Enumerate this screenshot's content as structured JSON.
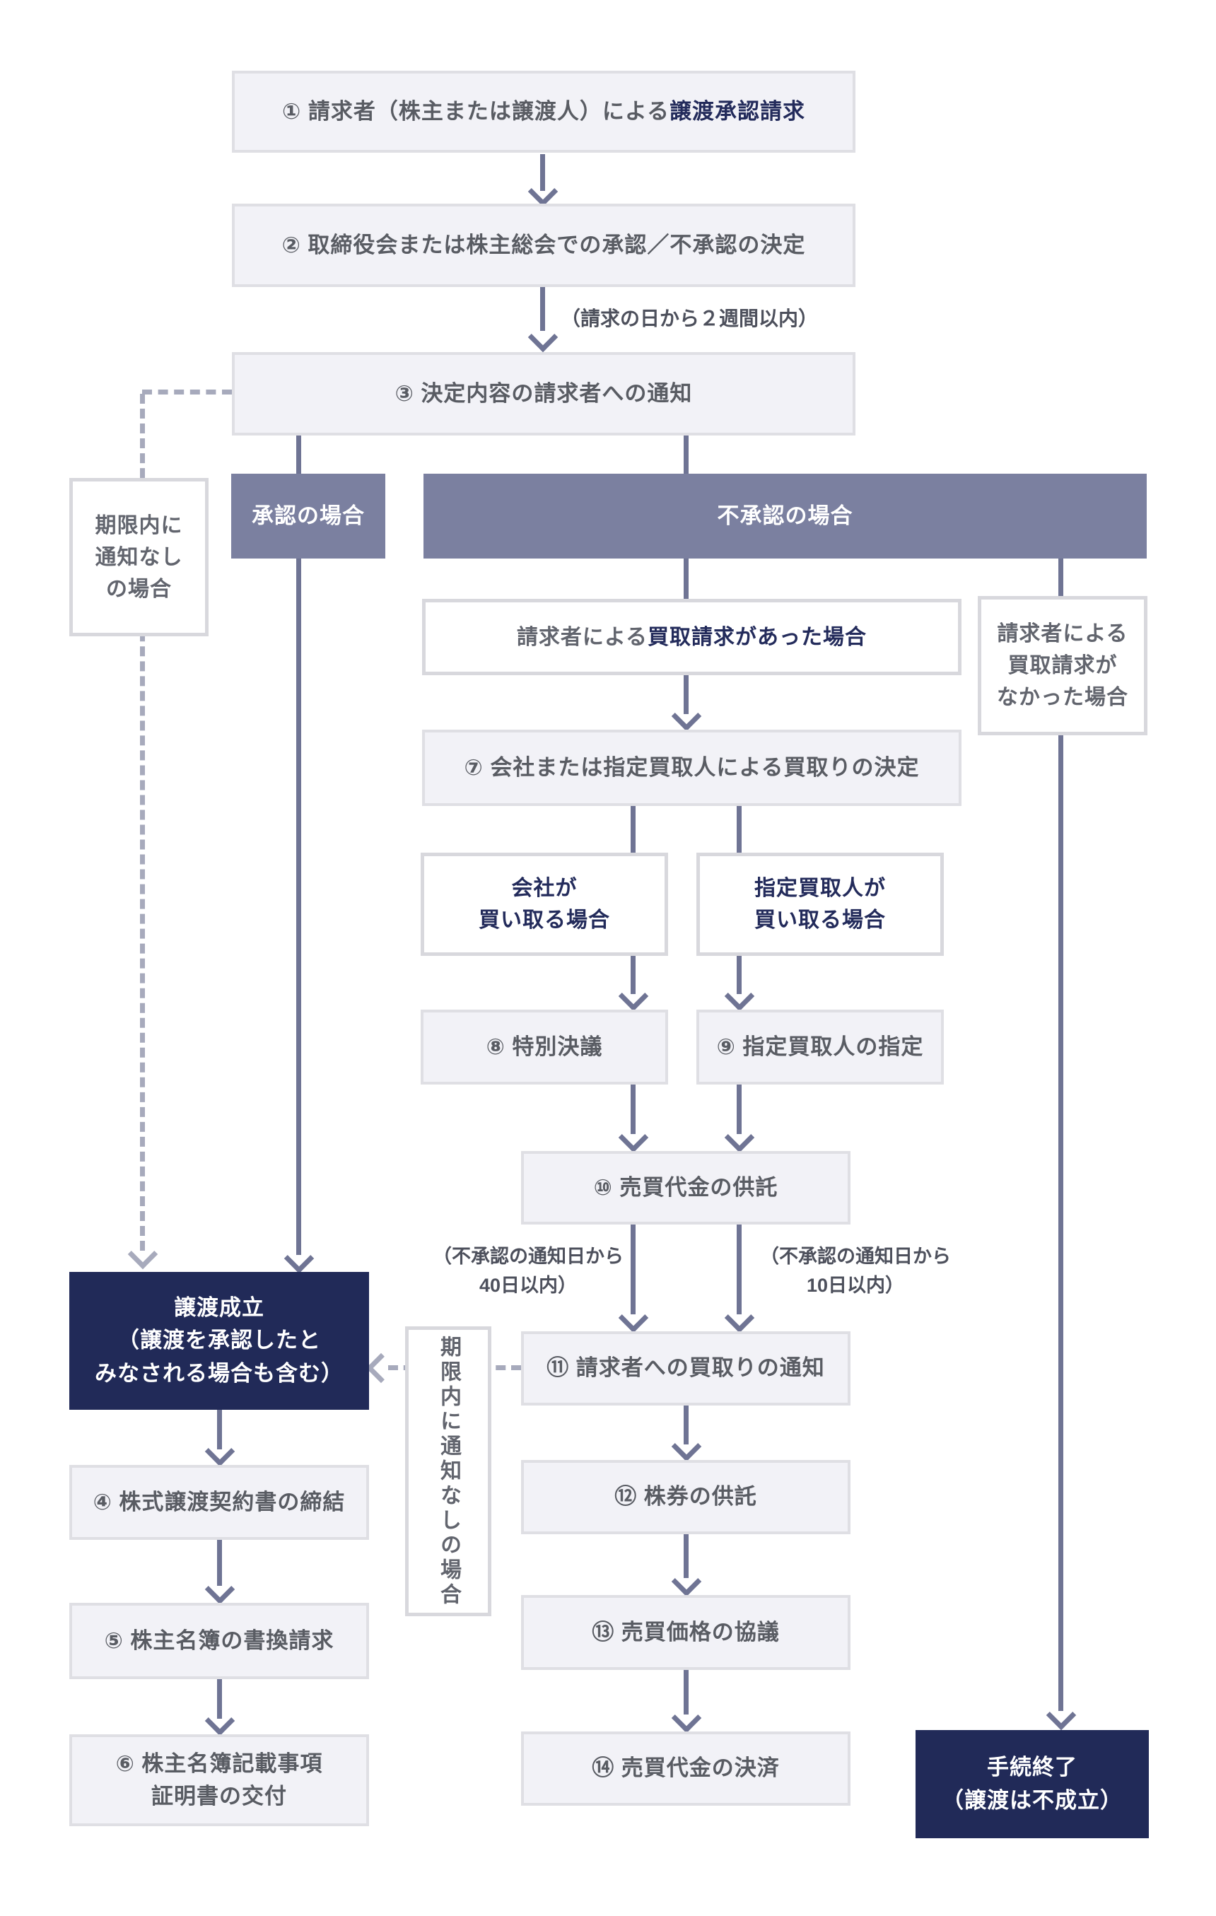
{
  "colors": {
    "purple": "#7b80a0",
    "navy": "#212a58",
    "line": "#6f7494",
    "dash": "#a7aabc",
    "boxFill": "#f2f2f7",
    "boxBorder": "#dfdfe4",
    "whiteBorder": "#d8d8dd",
    "textGray": "#595c63",
    "textNavy": "#232b5b",
    "labelGray": "#4d505c"
  },
  "top": {
    "step1": {
      "prefix": "① 請求者（株主または譲渡人）による",
      "bold": "譲渡承認請求"
    },
    "step2": "② 取締役会または株主総会での承認／不承認の決定",
    "deadline_note": "（請求の日から２週間以内）",
    "step3": "③ 決定内容の請求者への通知"
  },
  "branches": {
    "approved_header": "承認の場合",
    "rejected_header": "不承認の場合",
    "no_notice_left": [
      "期限内に",
      "通知なし",
      "の場合"
    ],
    "purchase_requested": {
      "prefix": "請求者による",
      "bold": "買取請求があった場合"
    },
    "no_purchase_request": [
      "請求者による",
      "買取請求が",
      "なかった場合"
    ]
  },
  "rejected_flow": {
    "step7": "⑦ 会社または指定買取人による買取りの決定",
    "company_case": [
      "会社が",
      "買い取る場合"
    ],
    "designated_case": [
      "指定買取人が",
      "買い取る場合"
    ],
    "step8": "⑧ 特別決議",
    "step9": "⑨ 指定買取人の指定",
    "step10": "⑩ 売買代金の供託",
    "label_40days": [
      "（不承認の通知日から",
      "40日以内）"
    ],
    "label_10days": [
      "（不承認の通知日から",
      "10日以内）"
    ],
    "step11": "⑪ 請求者への買取りの通知",
    "no_notice_middle": "期限内に通知なしの場合",
    "step12": "⑫ 株券の供託",
    "step13": "⑬ 売買価格の協議",
    "step14": "⑭ 売買代金の決済",
    "end_box": [
      "手続終了",
      "（譲渡は不成立）"
    ]
  },
  "approved_flow": {
    "established": [
      "譲渡成立",
      "（譲渡を承認したと",
      "みなされる場合も含む）"
    ],
    "step4": "④ 株式譲渡契約書の締結",
    "step5": "⑤ 株主名簿の書換請求",
    "step6": [
      "⑥ 株主名簿記載事項",
      "証明書の交付"
    ]
  }
}
